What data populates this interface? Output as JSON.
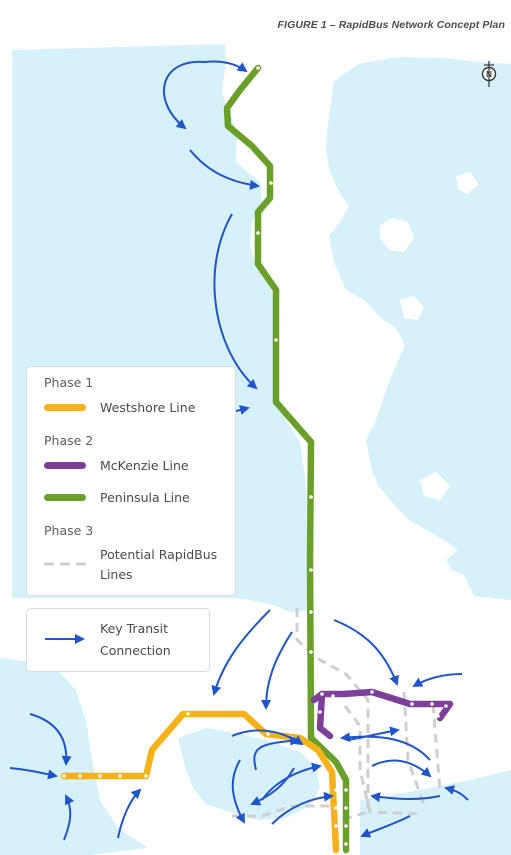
{
  "figure": {
    "title": "FIGURE 1  –  RapidBus Network Concept Plan"
  },
  "colors": {
    "land": "#ffffff",
    "water": "#d7f1fb",
    "westshore": "#f7b21b",
    "mckenzie": "#7e3f9a",
    "peninsula": "#6a9f2c",
    "potential": "#cfcfcf",
    "arrow": "#1f55c8",
    "stop": "#ffffff"
  },
  "north_icon": "north-arrow-icon",
  "legend": {
    "phase1": {
      "heading": "Phase 1",
      "lines": [
        {
          "label": "Westshore Line",
          "color": "#f7b21b",
          "style": "solid"
        }
      ]
    },
    "phase2": {
      "heading": "Phase 2",
      "lines": [
        {
          "label": "McKenzie Line",
          "color": "#7e3f9a",
          "style": "solid"
        },
        {
          "label": "Peninsula Line",
          "color": "#6a9f2c",
          "style": "solid"
        }
      ]
    },
    "phase3": {
      "heading": "Phase 3",
      "lines": [
        {
          "label_line1": "Potential RapidBus",
          "label_line2": "Lines",
          "color": "#cfcfcf",
          "style": "dashed"
        }
      ]
    },
    "transit": {
      "label_line1": "Key Transit",
      "label_line2": "Connection",
      "icon": "arrow-icon"
    }
  }
}
